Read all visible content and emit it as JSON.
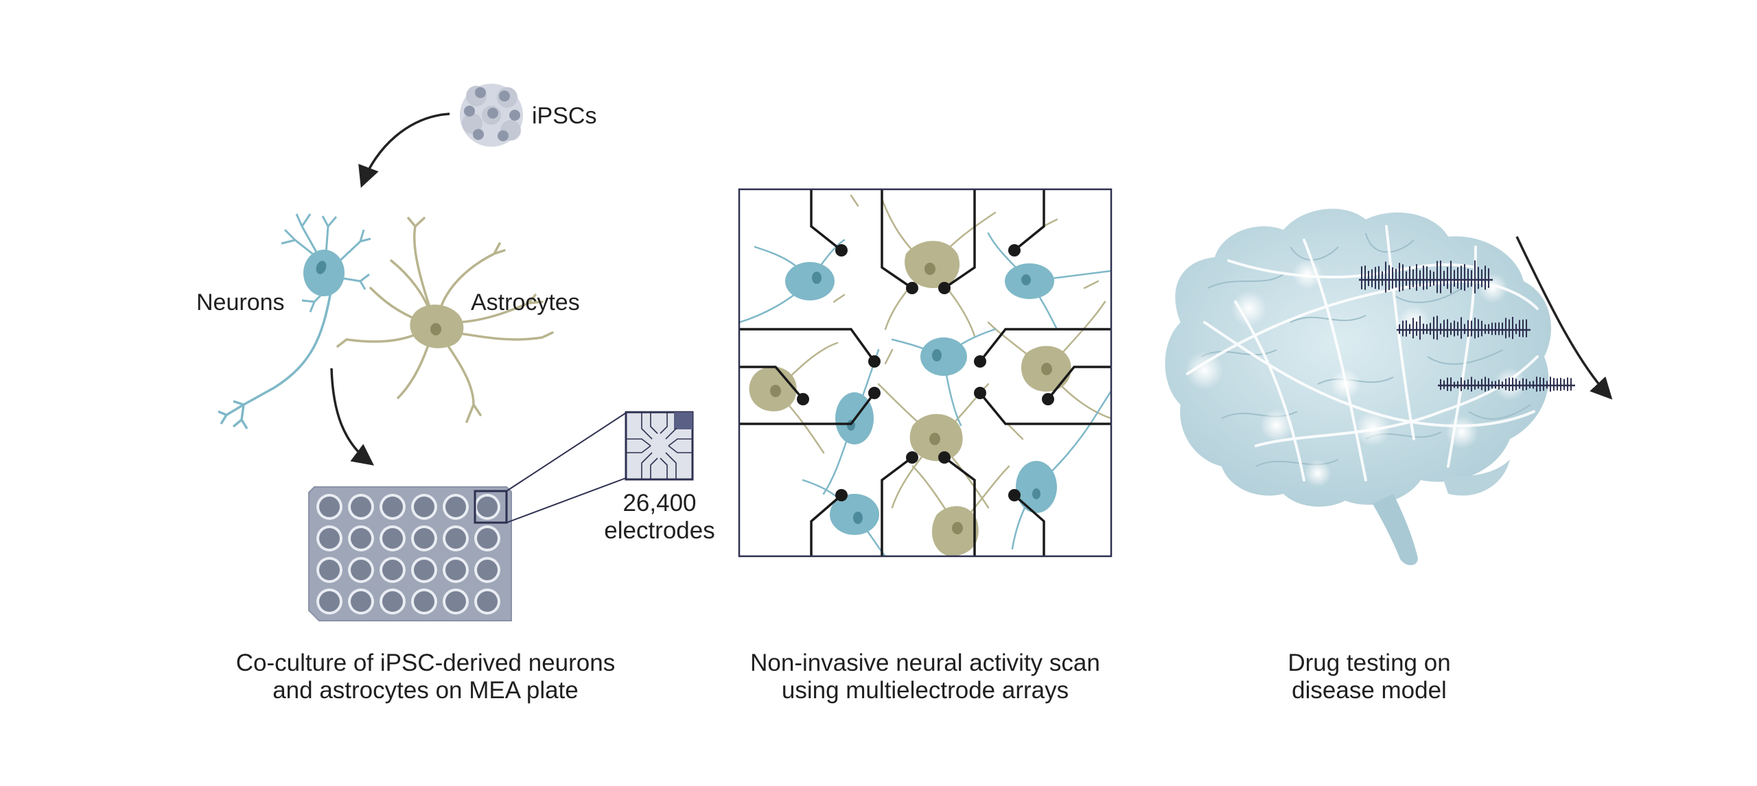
{
  "panels": {
    "culture": {
      "ipscs_label": "iPSCs",
      "neurons_label": "Neurons",
      "astrocytes_label": "Astrocytes",
      "electrode_count": "26,400",
      "electrode_unit": "electrodes",
      "caption_line1": "Co-culture of iPSC-derived neurons",
      "caption_line2": "and astrocytes on MEA plate"
    },
    "scan": {
      "caption_line1": "Non-invasive neural activity scan",
      "caption_line2": "using multielectrode arrays"
    },
    "drug": {
      "caption_line1": "Drug testing on",
      "caption_line2": "disease model"
    }
  },
  "colors": {
    "neuron": "#7fb8c8",
    "neuron_nucleus": "#4d8a9c",
    "astrocyte": "#b8b48e",
    "astrocyte_nucleus": "#8c8860",
    "plate": "#9ea6b8",
    "well": "#7a8296",
    "frame": "#2e3050",
    "brain": "#cfe3ea",
    "spike": "#2e3050",
    "arrow": "#222222"
  },
  "icons": {
    "ipsc_cluster": "cell-cluster-icon",
    "mea_plate": "well-plate-icon",
    "mea_chip": "electrode-chip-icon",
    "brain": "brain-icon"
  }
}
